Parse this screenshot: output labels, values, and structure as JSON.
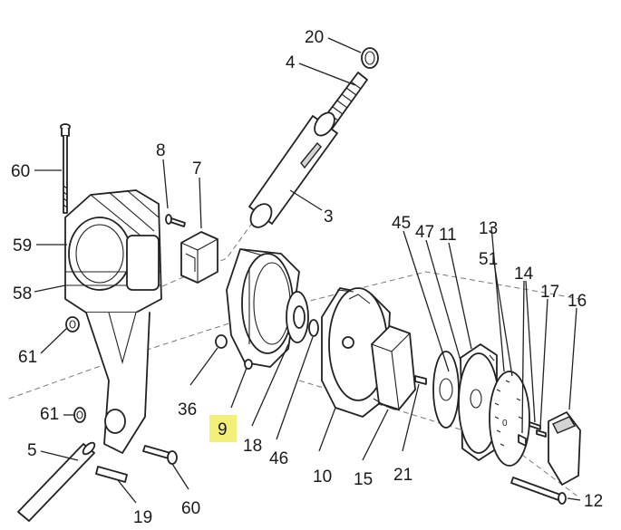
{
  "callouts": [
    {
      "id": "20",
      "text": "20"
    },
    {
      "id": "4",
      "text": "4"
    },
    {
      "id": "8",
      "text": "8"
    },
    {
      "id": "7",
      "text": "7"
    },
    {
      "id": "60a",
      "text": "60"
    },
    {
      "id": "3",
      "text": "3"
    },
    {
      "id": "59",
      "text": "59"
    },
    {
      "id": "45",
      "text": "45"
    },
    {
      "id": "47",
      "text": "47"
    },
    {
      "id": "11",
      "text": "11"
    },
    {
      "id": "13",
      "text": "13"
    },
    {
      "id": "51",
      "text": "51"
    },
    {
      "id": "14",
      "text": "14"
    },
    {
      "id": "17",
      "text": "17"
    },
    {
      "id": "16",
      "text": "16"
    },
    {
      "id": "58",
      "text": "58"
    },
    {
      "id": "61a",
      "text": "61"
    },
    {
      "id": "36",
      "text": "36"
    },
    {
      "id": "61b",
      "text": "61"
    },
    {
      "id": "9",
      "text": "9",
      "highlight": true
    },
    {
      "id": "18",
      "text": "18"
    },
    {
      "id": "46",
      "text": "46"
    },
    {
      "id": "5",
      "text": "5"
    },
    {
      "id": "10",
      "text": "10"
    },
    {
      "id": "15",
      "text": "15"
    },
    {
      "id": "21",
      "text": "21"
    },
    {
      "id": "19",
      "text": "19"
    },
    {
      "id": "60b",
      "text": "60"
    },
    {
      "id": "12",
      "text": "12"
    }
  ],
  "colors": {
    "highlight": "#f3f07a",
    "line": "#222222"
  }
}
